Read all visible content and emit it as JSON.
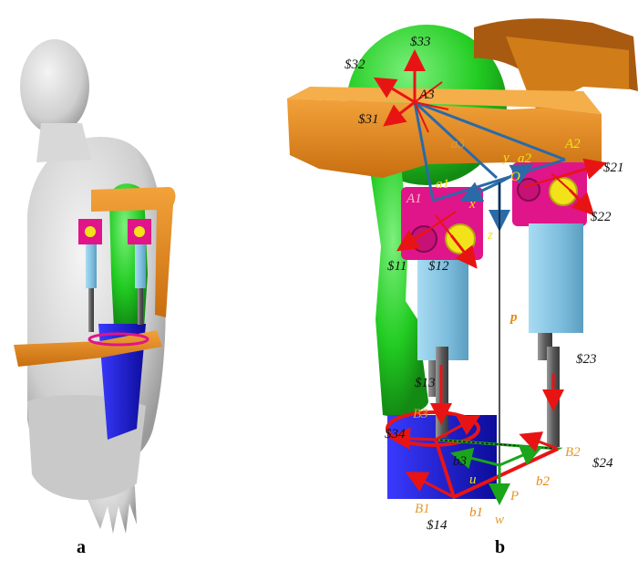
{
  "panels": {
    "a": "a",
    "b": "b"
  },
  "labels": {
    "s33": "$33",
    "s32": "$32",
    "s31": "$31",
    "s21": "$21",
    "s22": "$22",
    "s11": "$11",
    "s12": "$12",
    "s13": "$13",
    "s23": "$23",
    "s34": "$34",
    "s24": "$24",
    "s14": "$14",
    "A3": "A3",
    "A2": "A2",
    "A1": "A1",
    "a1": "a1",
    "a2": "a2",
    "a3": "a3",
    "O": "O",
    "x": "x",
    "y": "y",
    "z": "z",
    "p": "p",
    "B1": "B1",
    "B2": "B2",
    "B3": "B3",
    "b1": "b1",
    "b2": "b2",
    "b3": "b3",
    "u": "u",
    "w": "w",
    "P": "P"
  },
  "colors": {
    "orange": "#e58a14",
    "orange_dark": "#b8650a",
    "green": "#2ee02e",
    "green_dark": "#1aa51a",
    "magenta": "#e0158a",
    "cyan": "#86c6e6",
    "steel": "#6e6e6e",
    "blue": "#1414c8",
    "yellow": "#f2e21a",
    "red": "#e81414",
    "navy_line": "#2a6aa8",
    "olive": "#3c9a2a"
  }
}
